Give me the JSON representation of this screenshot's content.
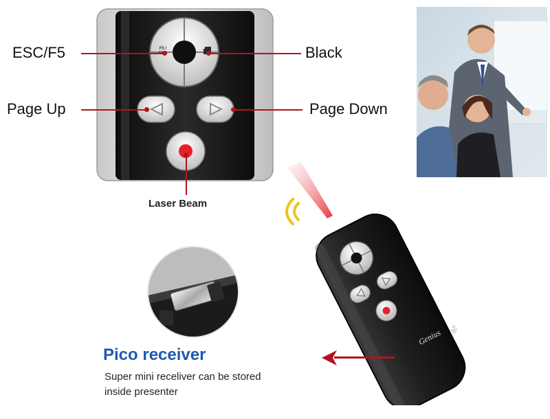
{
  "labels": {
    "esc_f5": "ESC/F5",
    "black": "Black",
    "page_up": "Page Up",
    "page_down": "Page Down",
    "laser_beam": "Laser Beam"
  },
  "button_marks": {
    "f5_esc": "F5 / ESC"
  },
  "brand": {
    "name": "Genius"
  },
  "receiver": {
    "title": "Pico receiver",
    "desc_line1": "Super mini receliver can be stored",
    "desc_line2": "inside presenter"
  },
  "colors": {
    "callout_line": "#b5121b",
    "pico_title": "#1f59b0",
    "laser": "#e8202a",
    "remote_body": "#1e1e1e"
  },
  "icons": {
    "signal": "wifi-waves-icon",
    "laser_button": "red-dot-icon",
    "arrow_left": "triangle-left-icon",
    "arrow_right": "triangle-right-icon",
    "black_screen": "screen-icon"
  }
}
